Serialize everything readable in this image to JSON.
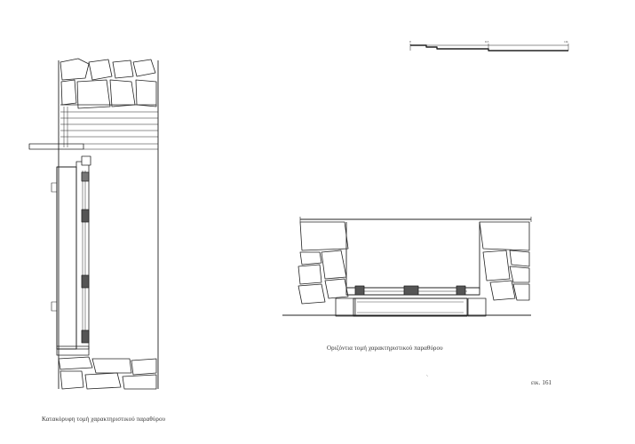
{
  "scale_bar": {
    "labels": [
      "0",
      "0,5",
      "1m"
    ]
  },
  "captions": {
    "horizontal_section": "Οριζόντια τομή χαρακτηριστικού παραθύρου",
    "vertical_section": "Κατακόρυφη τομή χαρακτηριστικού παραθύρου",
    "figure_label": "εικ. 161"
  }
}
